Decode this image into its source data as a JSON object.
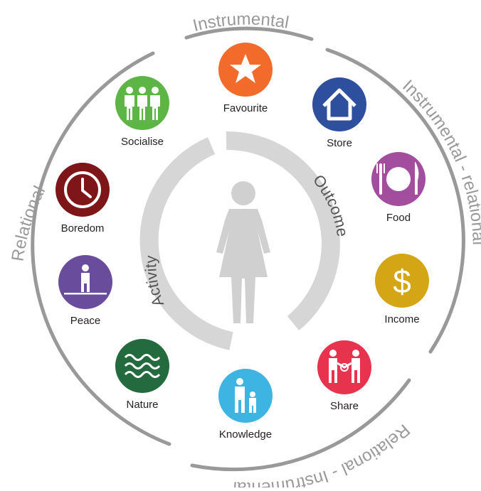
{
  "outer_labels": {
    "instrumental": "Instrumental",
    "instrumental_relational": "Instrumental - relational",
    "relational_instrumental": "Relational - Instrumental",
    "relational": "Relational"
  },
  "inner_labels": {
    "activity": "Activity",
    "outcome": "Outcome"
  },
  "items": [
    {
      "id": "favourite",
      "label": "Favourite",
      "color": "#f26b2a",
      "icon": "star-icon"
    },
    {
      "id": "store",
      "label": "Store",
      "color": "#2e4f9e",
      "icon": "house-icon"
    },
    {
      "id": "food",
      "label": "Food",
      "color": "#a24d9e",
      "icon": "plate-cutlery-icon"
    },
    {
      "id": "income",
      "label": "Income",
      "color": "#d4a514",
      "icon": "dollar-icon"
    },
    {
      "id": "share",
      "label": "Share",
      "color": "#e8334f",
      "icon": "handshake-icon"
    },
    {
      "id": "knowledge",
      "label": "Knowledge",
      "color": "#3eb4e3",
      "icon": "parent-child-icon"
    },
    {
      "id": "nature",
      "label": "Nature",
      "color": "#236b3e",
      "icon": "waves-icon"
    },
    {
      "id": "peace",
      "label": "Peace",
      "color": "#6a4c9c",
      "icon": "person-standing-icon"
    },
    {
      "id": "boredom",
      "label": "Boredom",
      "color": "#7d1519",
      "icon": "clock-icon"
    },
    {
      "id": "socialise",
      "label": "Socialise",
      "color": "#5db546",
      "icon": "group-icon"
    }
  ],
  "colors": {
    "ring": "#999999",
    "inner_ring": "#d6d6d6",
    "person": "#d0d0d0"
  }
}
